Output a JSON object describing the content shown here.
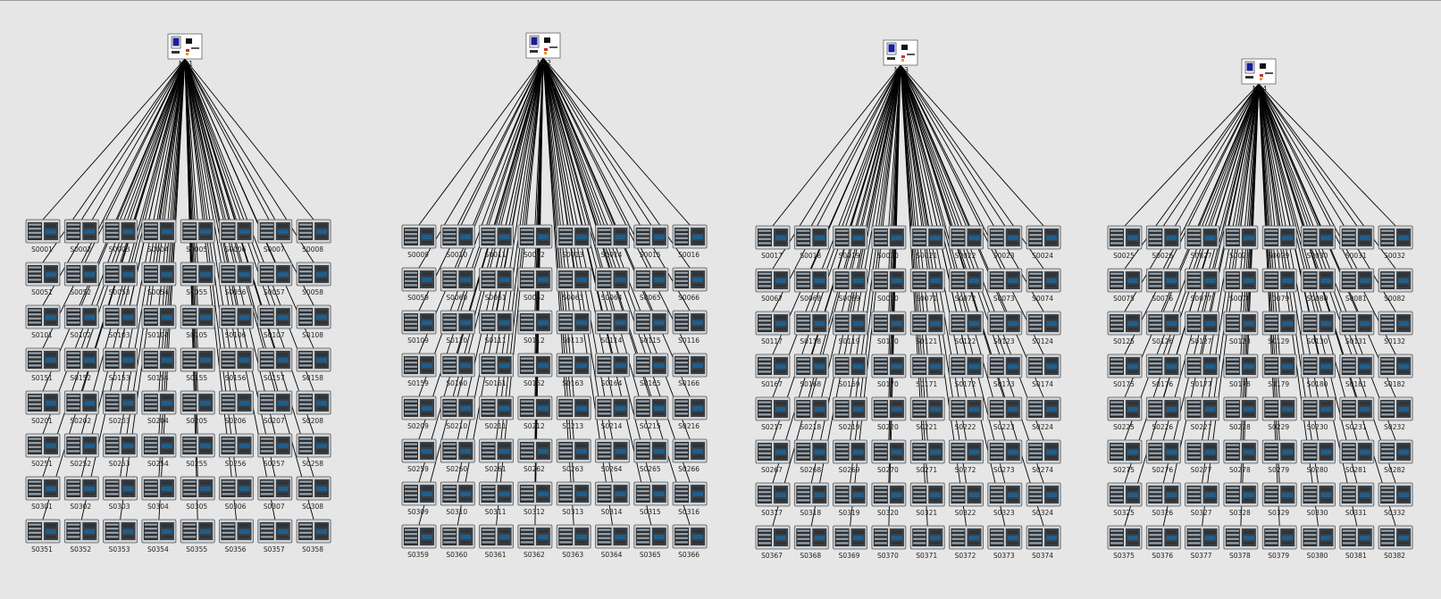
{
  "colors": {
    "background": "#e6e6e6",
    "link": "#000000",
    "device_body": "#cfd3d6",
    "device_screen": "#1e5e8c",
    "controller_screen": "#1b1f9a"
  },
  "icons": {
    "controller": "controller-terminal-icon",
    "switch": "network-switch-icon"
  },
  "groups": [
    {
      "master": "M01",
      "rows": [
        [
          "S0001",
          "S0002",
          "S0003",
          "S0004",
          "S0005",
          "S0006",
          "S0007",
          "S0008"
        ],
        [
          "S0051",
          "S0052",
          "S0053",
          "S0054",
          "S0055",
          "S0056",
          "S0057",
          "S0058"
        ],
        [
          "S0101",
          "S0102",
          "S0103",
          "S0104",
          "S0105",
          "S0106",
          "S0107",
          "S0108"
        ],
        [
          "S0151",
          "S0152",
          "S0153",
          "S0154",
          "S0155",
          "S0156",
          "S0157",
          "S0158"
        ],
        [
          "S0201",
          "S0202",
          "S0203",
          "S0204",
          "S0205",
          "S0206",
          "S0207",
          "S0208"
        ],
        [
          "S0251",
          "S0252",
          "S0253",
          "S0254",
          "S0255",
          "S0256",
          "S0257",
          "S0258"
        ],
        [
          "S0301",
          "S0302",
          "S0303",
          "S0304",
          "S0305",
          "S0306",
          "S0307",
          "S0308"
        ],
        [
          "S0351",
          "S0352",
          "S0353",
          "S0354",
          "S0355",
          "S0356",
          "S0357",
          "S0358"
        ]
      ]
    },
    {
      "master": "M02",
      "rows": [
        [
          "S0009",
          "S0010",
          "S0011",
          "S0012",
          "S0013",
          "S0014",
          "S0015",
          "S0016"
        ],
        [
          "S0059",
          "S0060",
          "S0061",
          "S0062",
          "S0063",
          "S0064",
          "S0065",
          "S0066"
        ],
        [
          "S0109",
          "S0110",
          "S0111",
          "S0112",
          "S0113",
          "S0114",
          "S0115",
          "S0116"
        ],
        [
          "S0159",
          "S0160",
          "S0161",
          "S0162",
          "S0163",
          "S0164",
          "S0165",
          "S0166"
        ],
        [
          "S0209",
          "S0210",
          "S0211",
          "S0212",
          "S0213",
          "S0214",
          "S0215",
          "S0216"
        ],
        [
          "S0259",
          "S0260",
          "S0261",
          "S0262",
          "S0263",
          "S0264",
          "S0265",
          "S0266"
        ],
        [
          "S0309",
          "S0310",
          "S0311",
          "S0312",
          "S0313",
          "S0314",
          "S0315",
          "S0316"
        ],
        [
          "S0359",
          "S0360",
          "S0361",
          "S0362",
          "S0363",
          "S0364",
          "S0365",
          "S0366"
        ]
      ]
    },
    {
      "master": "M03",
      "rows": [
        [
          "S0017",
          "S0018",
          "S0019",
          "S0020",
          "S0021",
          "S0022",
          "S0023",
          "S0024"
        ],
        [
          "S0067",
          "S0068",
          "S0069",
          "S0070",
          "S0071",
          "S0072",
          "S0073",
          "S0074"
        ],
        [
          "S0117",
          "S0118",
          "S0119",
          "S0120",
          "S0121",
          "S0122",
          "S0123",
          "S0124"
        ],
        [
          "S0167",
          "S0168",
          "S0169",
          "S0170",
          "S0171",
          "S0172",
          "S0173",
          "S0174"
        ],
        [
          "S0217",
          "S0218",
          "S0219",
          "S0220",
          "S0221",
          "S0222",
          "S0223",
          "S0224"
        ],
        [
          "S0267",
          "S0268",
          "S0269",
          "S0270",
          "S0271",
          "S0272",
          "S0273",
          "S0274"
        ],
        [
          "S0317",
          "S0318",
          "S0319",
          "S0320",
          "S0321",
          "S0322",
          "S0323",
          "S0324"
        ],
        [
          "S0367",
          "S0368",
          "S0369",
          "S0370",
          "S0371",
          "S0372",
          "S0373",
          "S0374"
        ]
      ]
    },
    {
      "master": "M04",
      "rows": [
        [
          "S0025",
          "S0026",
          "S0027",
          "S0028",
          "S0029",
          "S0030",
          "S0031",
          "S0032"
        ],
        [
          "S0075",
          "S0076",
          "S0077",
          "S0078",
          "S0079",
          "S0080",
          "S0081",
          "S0082"
        ],
        [
          "S0125",
          "S0126",
          "S0127",
          "S0128",
          "S0129",
          "S0130",
          "S0131",
          "S0132"
        ],
        [
          "S0175",
          "S0176",
          "S0177",
          "S0178",
          "S0179",
          "S0180",
          "S0181",
          "S0182"
        ],
        [
          "S0225",
          "S0226",
          "S0227",
          "S0228",
          "S0229",
          "S0230",
          "S0231",
          "S0232"
        ],
        [
          "S0275",
          "S0276",
          "S0277",
          "S0278",
          "S0279",
          "S0280",
          "S0281",
          "S0282"
        ],
        [
          "S0325",
          "S0326",
          "S0327",
          "S0328",
          "S0329",
          "S0330",
          "S0331",
          "S0332"
        ],
        [
          "S0375",
          "S0376",
          "S0377",
          "S0378",
          "S0379",
          "S0380",
          "S0381",
          "S0382"
        ]
      ]
    }
  ]
}
